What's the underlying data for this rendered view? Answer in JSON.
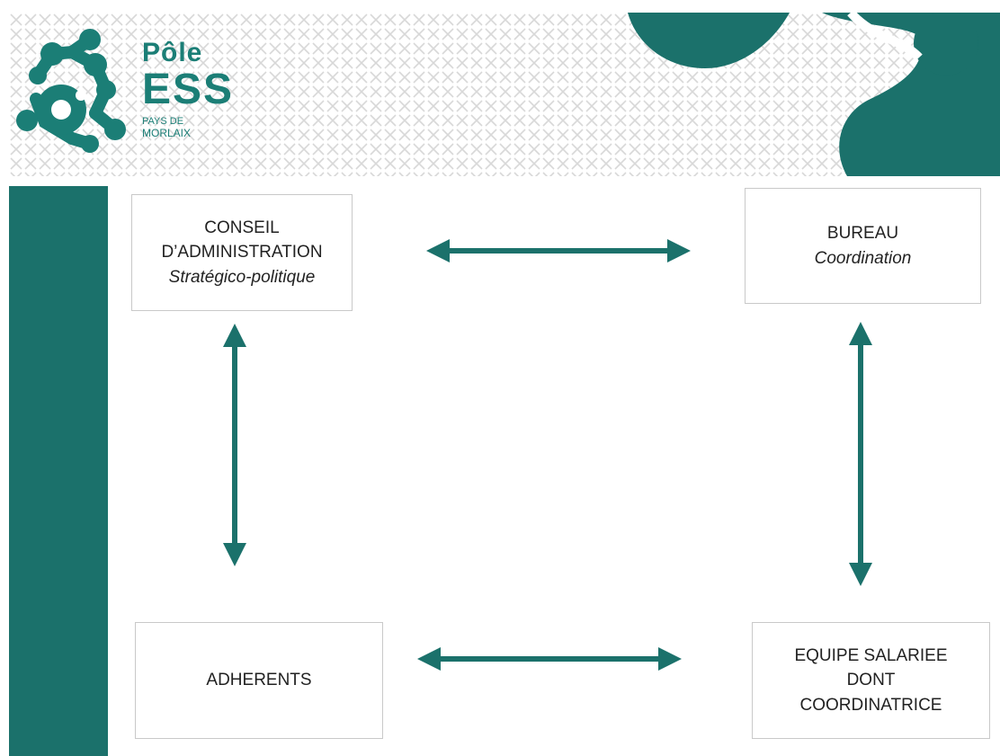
{
  "logo": {
    "line1": "Pôle",
    "line2": "ESS",
    "line3": "PAYS DE",
    "line4": "MORLAIX"
  },
  "colors": {
    "teal": "#1b716b",
    "teal_light": "#1b7e76",
    "box_border": "#c9c9c9"
  },
  "boxes": {
    "conseil": {
      "line1": "CONSEIL",
      "line2": "D’ADMINISTRATION",
      "sub": "Stratégico-politique"
    },
    "bureau": {
      "line1": "BUREAU",
      "sub": "Coordination"
    },
    "adherents": {
      "line1": "ADHERENTS"
    },
    "equipe": {
      "line1": "EQUIPE SALARIEE",
      "line2": "DONT",
      "line3": "COORDINATRICE"
    }
  }
}
